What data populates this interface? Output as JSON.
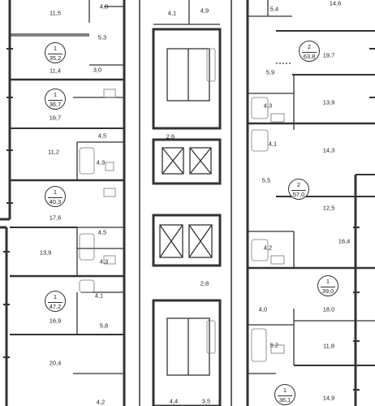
{
  "area_labels": [
    {
      "id": "r-l-1",
      "text": "11,5"
    },
    {
      "id": "r-l-2",
      "text": "4,0"
    },
    {
      "id": "r-l-3",
      "text": "5,3"
    },
    {
      "id": "r-l-4",
      "text": "11,4"
    },
    {
      "id": "r-l-5",
      "text": "3,0"
    },
    {
      "id": "r-l-6",
      "text": "16,7"
    },
    {
      "id": "r-l-7",
      "text": "4,5"
    },
    {
      "id": "r-l-8",
      "text": "11,2"
    },
    {
      "id": "r-l-9",
      "text": "4,3"
    },
    {
      "id": "r-l-10",
      "text": "17,6"
    },
    {
      "id": "r-l-11",
      "text": "4,5"
    },
    {
      "id": "r-l-12",
      "text": "13,9"
    },
    {
      "id": "r-l-13",
      "text": "4,3"
    },
    {
      "id": "r-l-14",
      "text": "4,1"
    },
    {
      "id": "r-l-15",
      "text": "16,9"
    },
    {
      "id": "r-l-16",
      "text": "5,8"
    },
    {
      "id": "r-l-17",
      "text": "20,4"
    },
    {
      "id": "r-l-18",
      "text": "4,2"
    },
    {
      "id": "r-c-1",
      "text": "4,1"
    },
    {
      "id": "r-c-2",
      "text": "4,9"
    },
    {
      "id": "r-c-3",
      "text": "2,6"
    },
    {
      "id": "r-c-4",
      "text": "2,8"
    },
    {
      "id": "r-c-5",
      "text": "4,4"
    },
    {
      "id": "r-c-6",
      "text": "3,5"
    },
    {
      "id": "r-r-1",
      "text": "5,4"
    },
    {
      "id": "r-r-2",
      "text": "14,6"
    },
    {
      "id": "r-r-3",
      "text": "19,7"
    },
    {
      "id": "r-r-4",
      "text": "5,9"
    },
    {
      "id": "r-r-5",
      "text": "4,3"
    },
    {
      "id": "r-r-6",
      "text": "13,9"
    },
    {
      "id": "r-r-7",
      "text": "4,1"
    },
    {
      "id": "r-r-8",
      "text": "14,3"
    },
    {
      "id": "r-r-9",
      "text": "5,5"
    },
    {
      "id": "r-r-10",
      "text": "12,5"
    },
    {
      "id": "r-r-11",
      "text": "16,4"
    },
    {
      "id": "r-r-12",
      "text": "4,2"
    },
    {
      "id": "r-r-13",
      "text": "4,0"
    },
    {
      "id": "r-r-14",
      "text": "18,0"
    },
    {
      "id": "r-r-15",
      "text": "5,2"
    },
    {
      "id": "r-r-16",
      "text": "11,8"
    },
    {
      "id": "r-r-17",
      "text": "14,9"
    }
  ],
  "apartments": [
    {
      "id": "apt-l-1",
      "rooms": "1",
      "total": "35,2"
    },
    {
      "id": "apt-l-2",
      "rooms": "1",
      "total": "36,7"
    },
    {
      "id": "apt-l-3",
      "rooms": "1",
      "total": "40,3"
    },
    {
      "id": "apt-l-4",
      "rooms": "1",
      "total": "47,2"
    },
    {
      "id": "apt-r-1",
      "rooms": "2",
      "total": "63,8"
    },
    {
      "id": "apt-r-2",
      "rooms": "2",
      "total": "57,0"
    },
    {
      "id": "apt-r-3",
      "rooms": "1",
      "total": "39,0"
    },
    {
      "id": "apt-r-4",
      "rooms": "1",
      "total": "36,1"
    }
  ],
  "colors": {
    "wall": "#333333",
    "thin": "#555555",
    "background": "#ffffff",
    "fixture": "#777777"
  }
}
